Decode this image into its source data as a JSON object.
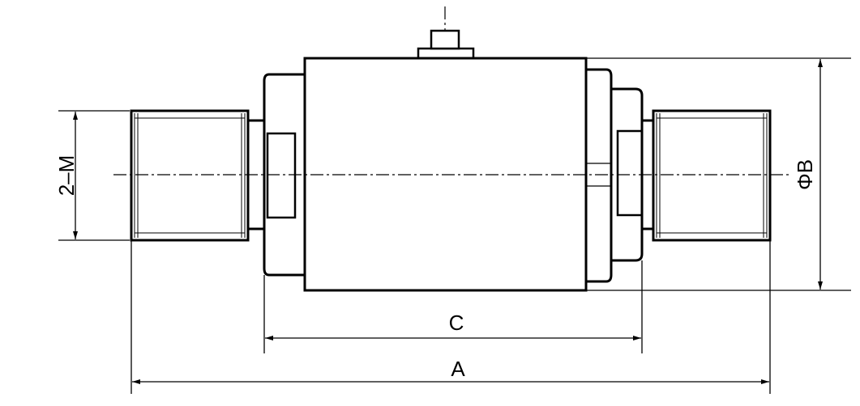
{
  "labels": {
    "dim_a": "A",
    "dim_b": "ΦB",
    "dim_c": "C",
    "dim_m": "2–M"
  }
}
